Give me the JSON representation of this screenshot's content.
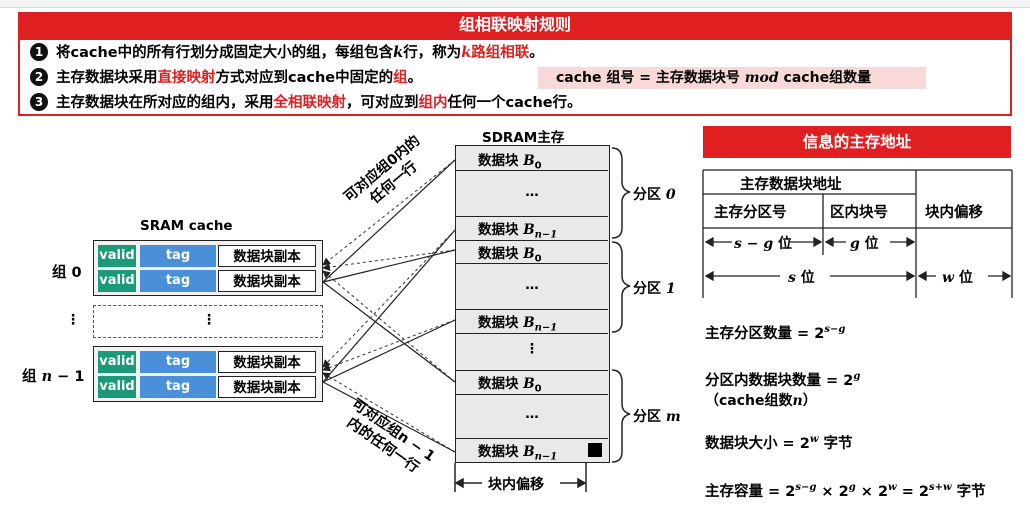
{
  "header": {
    "title": "组相联映射规则",
    "rules": [
      {
        "num": "1",
        "parts": [
          "将cache中的所有行划分成固定大小的组，每组包含",
          "k",
          "行，称为",
          "k",
          "路组相联",
          "。"
        ]
      },
      {
        "num": "2",
        "parts": [
          "主存数据块采用",
          "直接映射",
          "方式对应到cache中固定的",
          "组",
          "。"
        ]
      },
      {
        "num": "3",
        "parts": [
          "主存数据块在所对应的组内，采用",
          "全相联映射",
          "，可对应到",
          "组内",
          "任何一个cache行。"
        ]
      }
    ],
    "formula": {
      "left": "cache 组号 = 主存数据块号 ",
      "mod": "mod",
      "right": " cache组数量"
    }
  },
  "sram": {
    "title": "SRAM cache",
    "valid": "valid",
    "tag": "tag",
    "copy": "数据块副本",
    "group0": "组 0",
    "groupn_prefix": "组 ",
    "groupn_var": "n",
    "groupn_suffix": " − 1",
    "dots": "⋮"
  },
  "annotations": {
    "top": [
      "可对应组0内的",
      "任何一行"
    ],
    "bottom": [
      "可对应组n − 1",
      "内的任何一行"
    ]
  },
  "memory": {
    "title": "SDRAM主存",
    "block_label": "数据块 ",
    "B": "B",
    "sub0": "0",
    "subn": "n−1",
    "hdots": "…",
    "vdots": "⋮",
    "partitions": [
      "分区 ",
      "分区 ",
      "分区 "
    ],
    "partition_ids": [
      "0",
      "1",
      "m"
    ],
    "offset_label": "块内偏移"
  },
  "info": {
    "title": "信息的主存地址",
    "block_addr": "主存数据块地址",
    "partition_no": "主存分区号",
    "block_in_partition": "区内块号",
    "offset": "块内偏移",
    "s_minus_g": "s − g",
    "g": "g",
    "s": "s",
    "w": "w",
    "wei": " 位"
  },
  "formulas": {
    "f1": "主存分区数量 = 2",
    "f1_sup": "s−g",
    "f2": "分区内数据块数量 = 2",
    "f2_sup": "g",
    "f2_note_pre": "（cache组数",
    "f2_note_var": "n",
    "f2_note_post": "）",
    "f3": "数据块大小 = 2",
    "f3_sup": "w",
    "f3_unit": " 字节",
    "f4": "主存容量 = 2",
    "f4_sup1": "s−g",
    "f4_mid1": " × 2",
    "f4_sup2": "g",
    "f4_mid2": " × 2",
    "f4_sup3": "w",
    "f4_mid3": " = 2",
    "f4_sup4": "s+w",
    "f4_unit": " 字节"
  }
}
